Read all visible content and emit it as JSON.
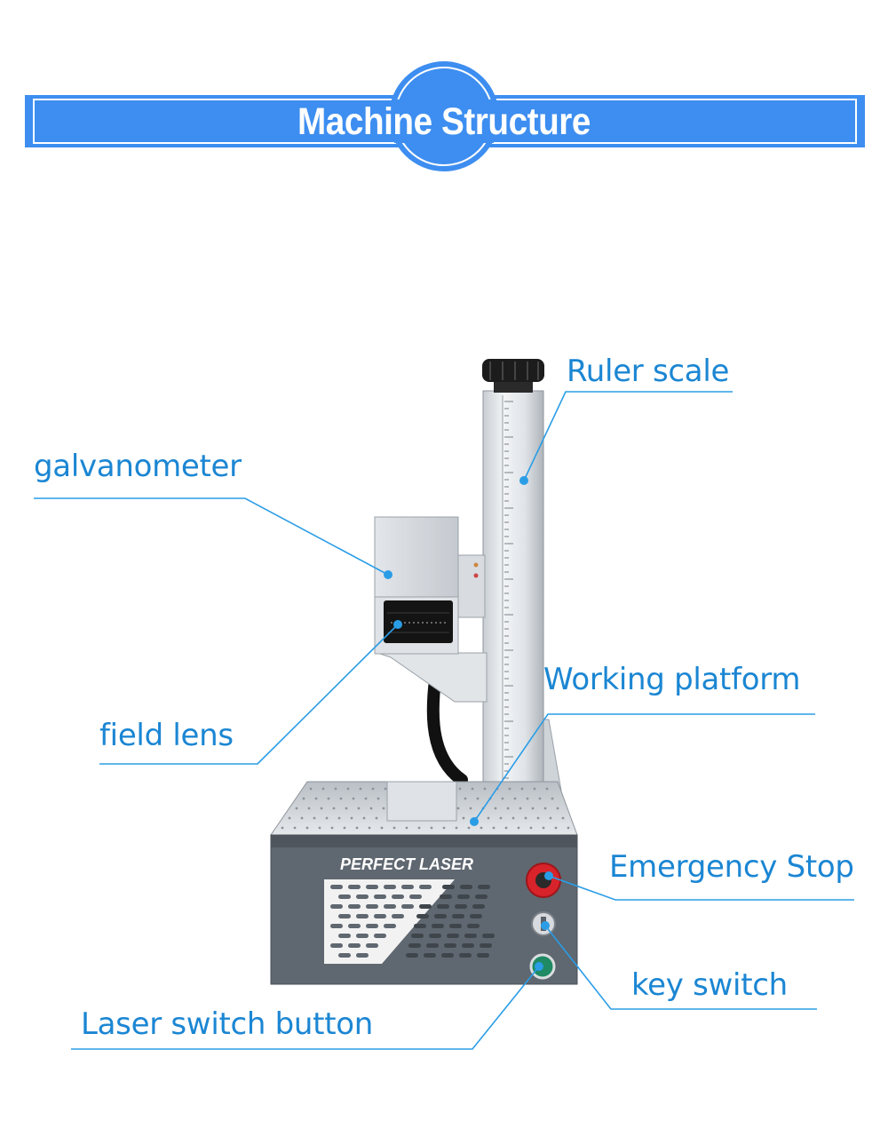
{
  "header": {
    "title": "Machine  Structure"
  },
  "machine": {
    "brand": "PERFECT LASER"
  },
  "labels": {
    "ruler_scale": "Ruler scale",
    "galvanometer": "galvanometer",
    "field_lens": "field lens",
    "working_platform": "Working platform",
    "emergency_stop": "Emergency Stop",
    "key_switch": "key switch",
    "laser_switch_button": "Laser switch button"
  },
  "colors": {
    "accent": "#1b86d3",
    "banner_blue": "#3d8ef0",
    "machine_body": "#5f6770",
    "emergency_red": "#d8232a",
    "button_green": "#1f8a63"
  }
}
